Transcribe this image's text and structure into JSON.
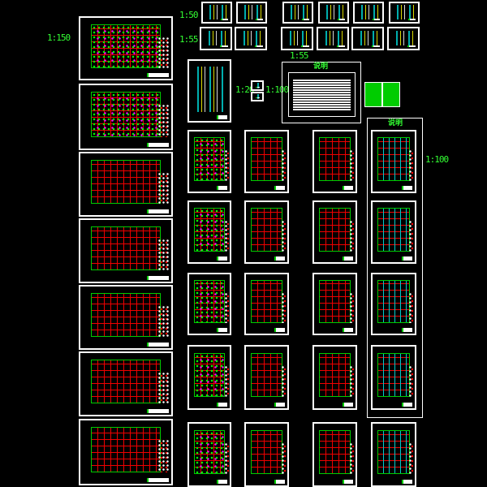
{
  "scale_labels": {
    "left_column": "1:150",
    "top_row_1": "1:50",
    "top_row_2": "1:55",
    "notes_sheet": "1:55",
    "small_details": "1:20",
    "small_details_2": "1:100",
    "right_group": "1:100"
  },
  "sheet_titles": {
    "notes": "说明",
    "right_group": "说明"
  },
  "colors": {
    "background": "#000000",
    "frame": "#ffffff",
    "grid": "#ee0000",
    "annotation": "#33ff33",
    "cyan": "#00cccc"
  }
}
